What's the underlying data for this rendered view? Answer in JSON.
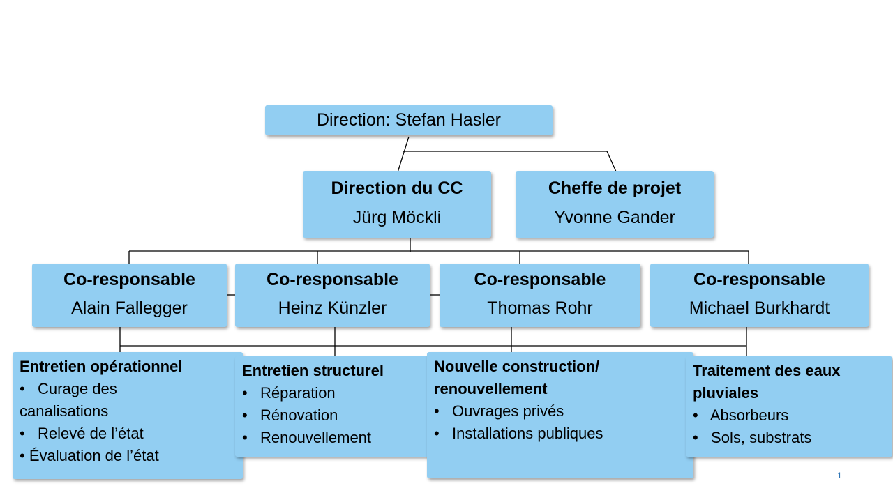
{
  "slide": {
    "page_number": "1",
    "colors": {
      "box_fill": "#92CEF2",
      "connector": "#000000",
      "text": "#000000",
      "page_number_color": "#2E75B6"
    }
  },
  "org_chart": {
    "root": {
      "label": "Direction: Stefan Hasler"
    },
    "level2": [
      {
        "title": "Direction du CC",
        "name": "Jürg Möckli"
      },
      {
        "title": "Cheffe de projet",
        "name": "Yvonne Gander"
      }
    ],
    "level3": [
      {
        "title": "Co-responsable",
        "name": "Alain Fallegger"
      },
      {
        "title": "Co-responsable",
        "name": "Heinz Künzler"
      },
      {
        "title": "Co-responsable",
        "name": "Thomas Rohr"
      },
      {
        "title": "Co-responsable",
        "name": "Michael Burkhardt"
      }
    ],
    "level4": [
      {
        "title": "Entretien opérationnel",
        "lines": [
          "•   Curage des",
          "canalisations",
          "•   Relevé de l’état",
          "• Évaluation de l’état"
        ]
      },
      {
        "title": "Entretien structurel",
        "lines": [
          "•   Réparation",
          "•   Rénovation",
          "•   Renouvellement"
        ]
      },
      {
        "title": "Nouvelle construction/ renouvellement",
        "lines": [
          "•   Ouvrages privés",
          "•   Installations publiques"
        ]
      },
      {
        "title": "Traitement des eaux pluviales",
        "lines": [
          "•   Absorbeurs",
          "•   Sols, substrats"
        ]
      }
    ]
  }
}
